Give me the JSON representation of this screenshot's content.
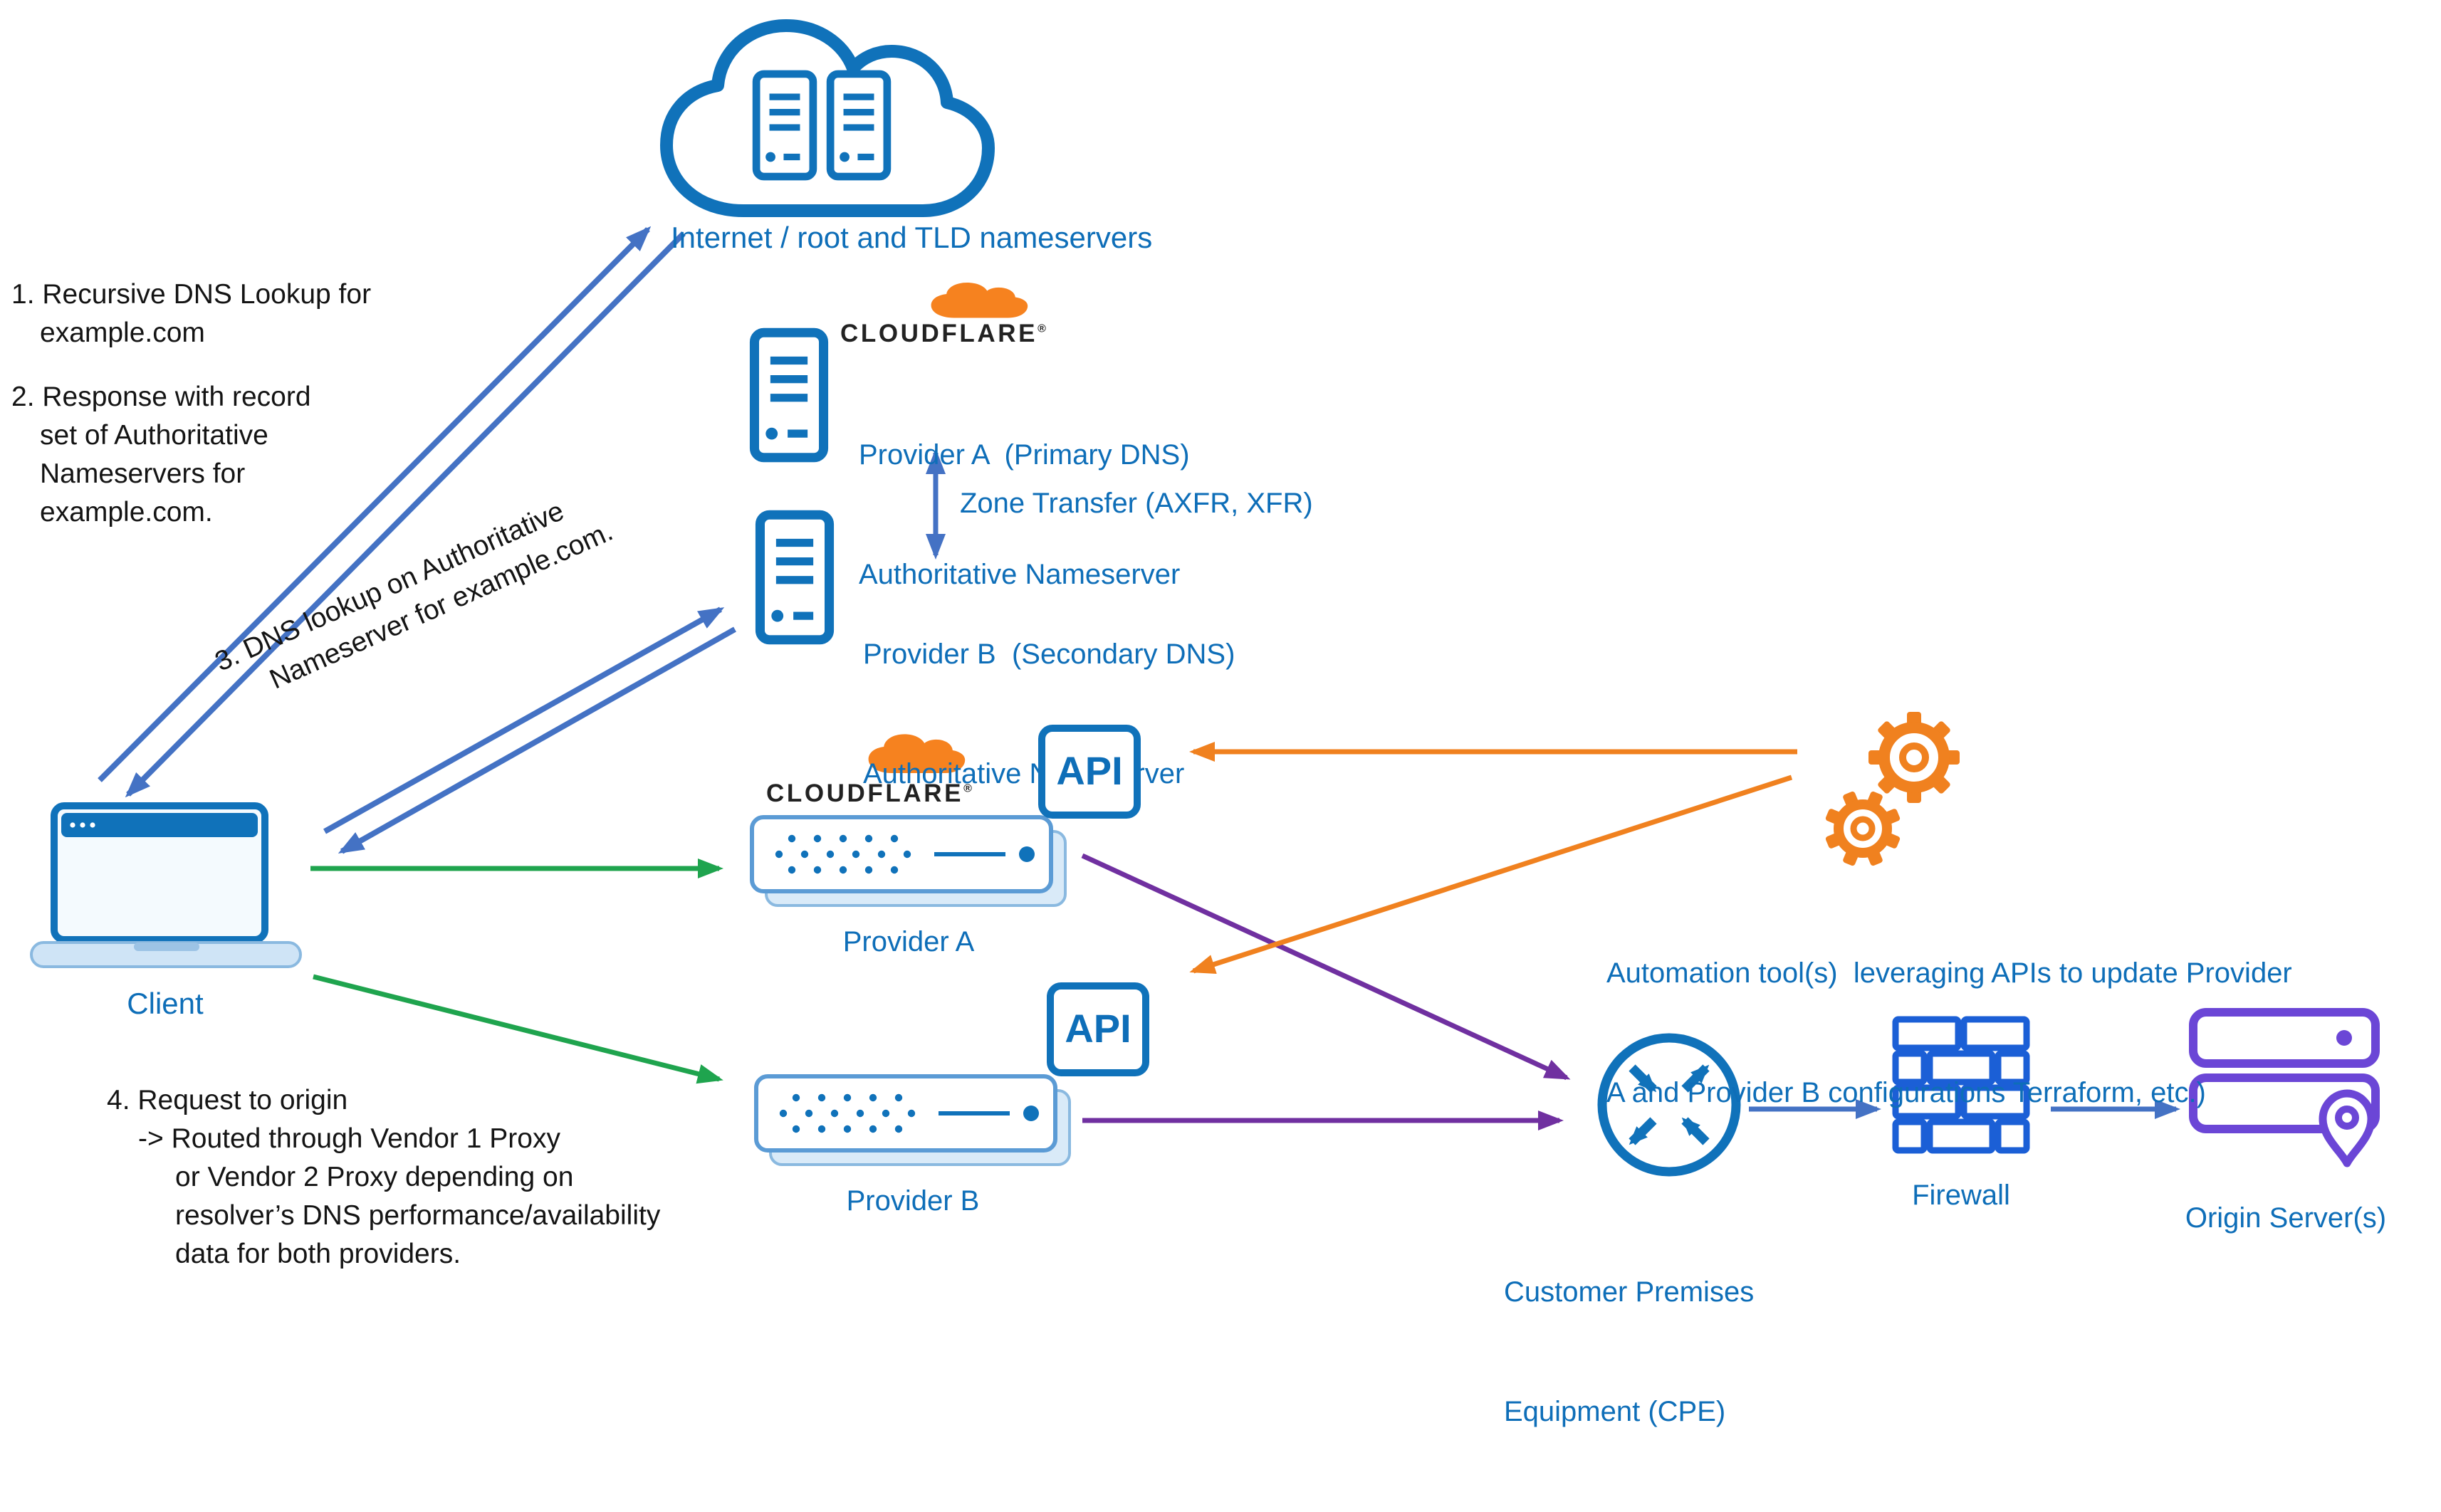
{
  "colors": {
    "blue_text": "#0E6EB8",
    "icon_blue": "#1072BA",
    "arrow_slate": "#4472C4",
    "green": "#1FA44E",
    "orange": "#F0811F",
    "purple": "#7030A0",
    "firewall_blue": "#1B5FD6",
    "origin_purple": "#6B46D6"
  },
  "internet": {
    "label": "Internet / root and TLD nameservers"
  },
  "brand": {
    "name": "CLOUDFLARE",
    "registered": "®"
  },
  "provider_a_ns": {
    "line1": "Provider A  (Primary DNS)",
    "line2": "Authoritative Nameserver"
  },
  "provider_b_ns": {
    "line1": "Provider B  (Secondary DNS)",
    "line2": "Authoritative Nameserver"
  },
  "zone_transfer": {
    "label": "Zone Transfer (AXFR, XFR)"
  },
  "client": {
    "label": "Client"
  },
  "proxy_a": {
    "label": "Provider A"
  },
  "proxy_b": {
    "label": "Provider B"
  },
  "api_a": {
    "label": "API"
  },
  "api_b": {
    "label": "API"
  },
  "automation": {
    "line1": "Automation tool(s)  leveraging APIs to update Provider",
    "line2": "A and Provider B configurations Terraform, etc.)"
  },
  "cpe": {
    "line1": "Customer Premises",
    "line2": "Equipment (CPE)"
  },
  "firewall": {
    "label": "Firewall"
  },
  "origin": {
    "label": "Origin Server(s)"
  },
  "steps": {
    "step1": {
      "line1": "1. Recursive DNS Lookup for",
      "line2": "example.com"
    },
    "step2": {
      "line1": "2. Response with record",
      "line2": "set of Authoritative",
      "line3": "Nameservers for",
      "line4": "example.com."
    },
    "step3": {
      "line1": "3. DNS lookup on Authoritative",
      "line2": "Nameserver for example.com."
    },
    "step4": {
      "line1": "4. Request to origin",
      "line2": "-> Routed through Vendor 1 Proxy",
      "line3": "or Vendor 2 Proxy depending on",
      "line4": "resolver’s DNS performance/availability",
      "line5": "data for both providers."
    }
  }
}
